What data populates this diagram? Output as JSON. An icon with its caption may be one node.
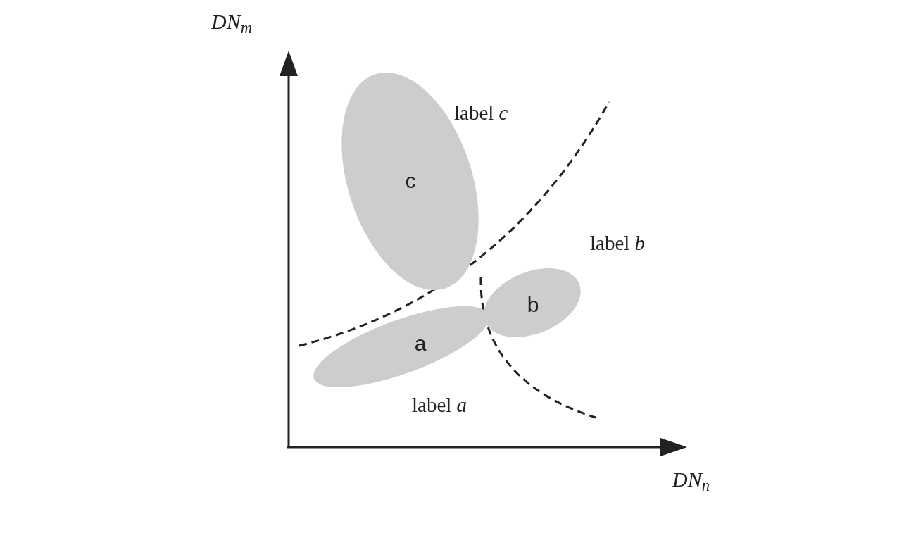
{
  "diagram": {
    "nodes": [
      {
        "text": [
          "c"
        ]
      },
      {
        "text": [
          "a"
        ]
      },
      {
        "text": [
          "b"
        ]
      }
    ],
    "labels": [
      "DN$_{m}$",
      "label *c*",
      "label *b*",
      "label *a*",
      "DN$_{n}$"
    ]
  }
}
